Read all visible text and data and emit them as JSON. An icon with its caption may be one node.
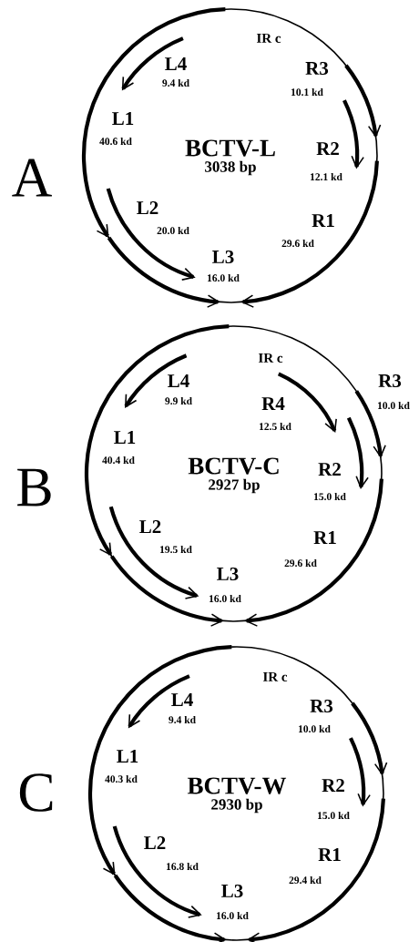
{
  "diagram": {
    "nodes": [
      {
        "text": [
          "BCTV-L",
          "3038 bp"
        ]
      },
      {
        "text": [
          "BCTV-C",
          "2927 bp"
        ]
      },
      {
        "text": [
          "BCTV-W",
          "2930 bp"
        ]
      }
    ],
    "labels": [
      "A",
      "IR c",
      "L4",
      "9.4 kd",
      "R3",
      "10.1 kd",
      "L1",
      "40.6 kd",
      "R2",
      "12.1 kd",
      "L2",
      "20.0 kd",
      "R1",
      "29.6 kd",
      "L3",
      "16.0 kd",
      "B",
      "IR c",
      "L4",
      "9.9 kd",
      "R4",
      "12.5 kd",
      "R3",
      "10.0 kd",
      "L1",
      "40.4 kd",
      "R2",
      "15.0 kd",
      "L2",
      "19.5 kd",
      "R1",
      "29.6 kd",
      "L3",
      "16.0 kd",
      "C",
      "IR c",
      "L4",
      "9.4 kd",
      "R3",
      "10.0 kd",
      "L1",
      "40.3 kd",
      "R2",
      "15.0 kd",
      "L2",
      "16.8 kd",
      "R1",
      "29.4 kd",
      "L3",
      "16.0 kd"
    ]
  }
}
